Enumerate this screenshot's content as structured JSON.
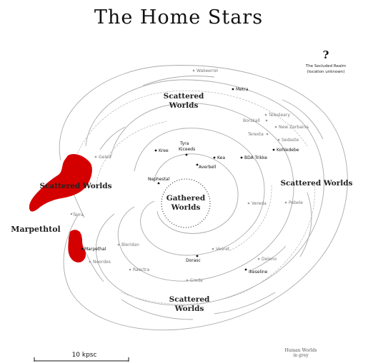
{
  "title": "The Home Stars",
  "colors": {
    "territory": "#d40000",
    "black_world": "#111111",
    "grey_world": "#888888",
    "spiral": "#aaaaaa"
  },
  "regions": {
    "scattered_north": [
      "Scattered",
      "Worlds"
    ],
    "scattered_west": "Scattered Worlds",
    "scattered_east": "Scattered Worlds",
    "scattered_south": [
      "Scattered",
      "Worlds"
    ],
    "gathered": [
      "Gathered",
      "Worlds"
    ],
    "marpethtol": "Marpethtol"
  },
  "secluded": {
    "symbol": "?",
    "line1": "The Secluded Realm",
    "line2": "(location unknown)"
  },
  "worlds_black": [
    {
      "id": "metra",
      "name": "Metra"
    },
    {
      "id": "kree",
      "name": "Kree"
    },
    {
      "id": "tyra",
      "name": "Tyra"
    },
    {
      "id": "kiceeds",
      "name": "Kiceeds"
    },
    {
      "id": "kea",
      "name": "Kea"
    },
    {
      "id": "bda-trikke",
      "name": "BDA Trikke"
    },
    {
      "id": "averbell",
      "name": "Averbell"
    },
    {
      "id": "nephestal",
      "name": "Nephestal"
    },
    {
      "id": "kohledebe",
      "name": "Kohledebe"
    },
    {
      "id": "marpethal",
      "name": "Marpethal"
    },
    {
      "id": "dorasc",
      "name": "Dorasc"
    },
    {
      "id": "ikeseline",
      "name": "Ikeseline"
    }
  ],
  "worlds_grey": [
    {
      "id": "wakeerrel",
      "name": "Wakeerrel"
    },
    {
      "id": "telesleary",
      "name": "Telesleary"
    },
    {
      "id": "borskall",
      "name": "Borskall"
    },
    {
      "id": "new-zerbaina",
      "name": "New Zerbaina"
    },
    {
      "id": "terexta",
      "name": "Terexta"
    },
    {
      "id": "sedaste",
      "name": "Sedaste"
    },
    {
      "id": "geled",
      "name": "Geled"
    },
    {
      "id": "terra",
      "name": "Terra"
    },
    {
      "id": "vereda",
      "name": "Vereda"
    },
    {
      "id": "pebele",
      "name": "Pebele"
    },
    {
      "id": "bleridan",
      "name": "Bleridan"
    },
    {
      "id": "neordes",
      "name": "Neordes"
    },
    {
      "id": "veeret",
      "name": "Veeret"
    },
    {
      "id": "deleno",
      "name": "Deleno"
    },
    {
      "id": "raectra",
      "name": "Raectra"
    },
    {
      "id": "creda",
      "name": "Creda"
    }
  ],
  "scale": {
    "label": "10 kpsc"
  },
  "legend": {
    "line1": "Human Worlds",
    "line2": "in grey"
  }
}
